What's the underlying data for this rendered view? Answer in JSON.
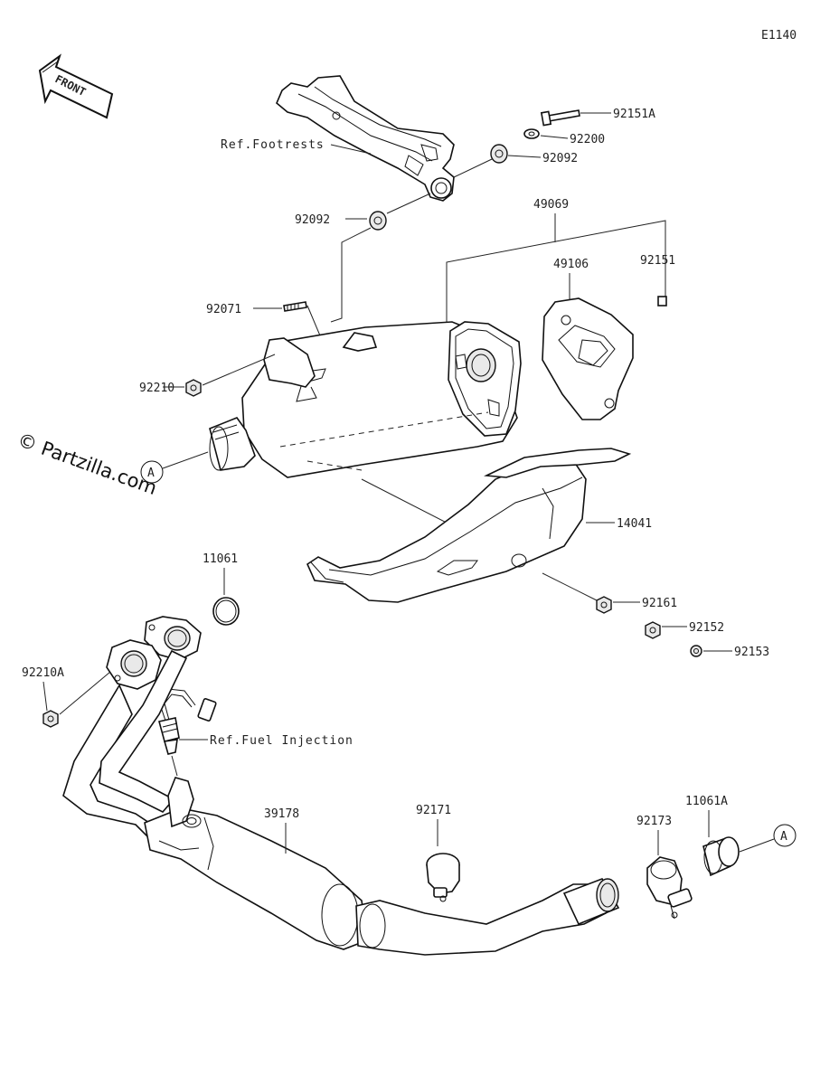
{
  "diagram_code": "E1140",
  "front_label": "FRONT",
  "watermark": "© Partzilla.com",
  "reference_labels": {
    "footrests": "Ref.Footrests",
    "fuel_injection": "Ref.Fuel Injection"
  },
  "callouts": {
    "c_92151A": "92151A",
    "c_92200": "92200",
    "c_92092_top": "92092",
    "c_92092_left": "92092",
    "c_49069": "49069",
    "c_49106": "49106",
    "c_92151": "92151",
    "c_92071": "92071",
    "c_92210": "92210",
    "c_14041": "14041",
    "c_11061": "11061",
    "c_92161": "92161",
    "c_92152": "92152",
    "c_92153": "92153",
    "c_92210A": "92210A",
    "c_39178": "39178",
    "c_92171": "92171",
    "c_92173": "92173",
    "c_11061A": "11061A"
  },
  "connector_markers": {
    "left": "A",
    "right": "A"
  }
}
